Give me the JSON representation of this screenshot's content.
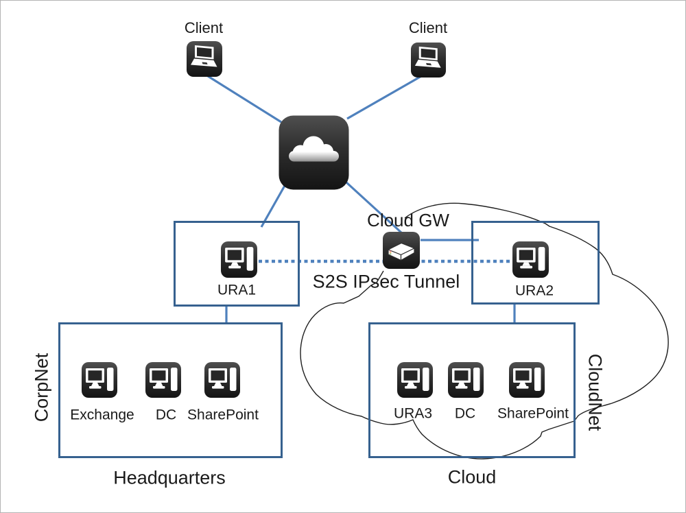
{
  "diagram": {
    "clients": [
      {
        "label": "Client"
      },
      {
        "label": "Client"
      }
    ],
    "internet": {
      "icon": "cloud"
    },
    "gateway": {
      "label": "Cloud GW"
    },
    "tunnel_label": "S2S IPsec Tunnel",
    "ura1": {
      "label": "URA1"
    },
    "ura2": {
      "label": "URA2"
    },
    "headquarters": {
      "title": "Headquarters",
      "network": "CorpNet",
      "servers": [
        {
          "label": "Exchange"
        },
        {
          "label": "DC"
        },
        {
          "label": "SharePoint"
        }
      ]
    },
    "cloud_site": {
      "title": "Cloud",
      "network": "CloudNet",
      "servers": [
        {
          "label": "URA3"
        },
        {
          "label": "DC"
        },
        {
          "label": "SharePoint"
        }
      ]
    }
  },
  "colors": {
    "connector_blue": "#4f81bd",
    "box_border_blue": "#36618f",
    "cloud_outline_black": "#1f1f1f",
    "icon_dark": "#2b2b2b",
    "text": "#1a1a1a"
  }
}
